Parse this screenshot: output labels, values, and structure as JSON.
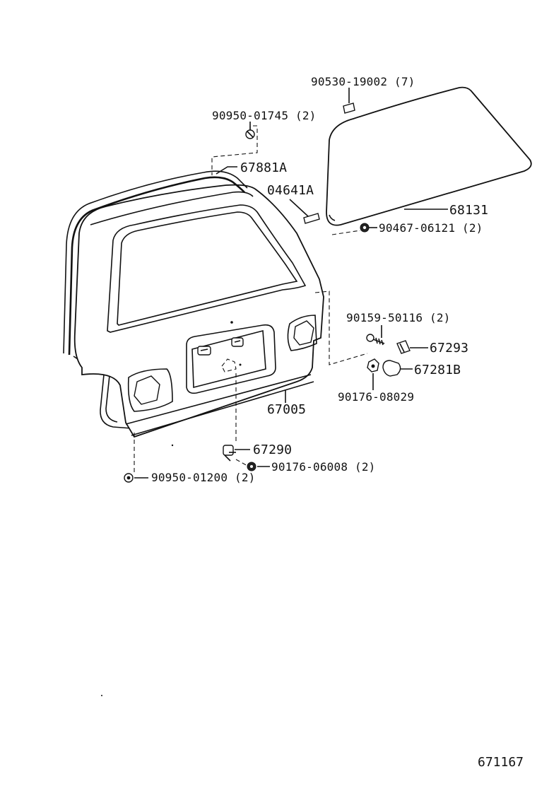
{
  "diagram_code": "671167",
  "callouts": [
    {
      "id": "c-90530",
      "text": "90530-19002 (7)"
    },
    {
      "id": "c-90950a",
      "text": "90950-01745 (2)"
    },
    {
      "id": "c-67881A",
      "text": "67881A"
    },
    {
      "id": "c-04641A",
      "text": "04641A"
    },
    {
      "id": "c-68131",
      "text": "68131"
    },
    {
      "id": "c-90467",
      "text": "90467-06121 (2)"
    },
    {
      "id": "c-90159",
      "text": "90159-50116 (2)"
    },
    {
      "id": "c-67293",
      "text": "67293"
    },
    {
      "id": "c-67281B",
      "text": "67281B"
    },
    {
      "id": "c-90176a",
      "text": "90176-08029"
    },
    {
      "id": "c-67005",
      "text": "67005"
    },
    {
      "id": "c-67290",
      "text": "67290"
    },
    {
      "id": "c-90176b",
      "text": "90176-06008 (2)"
    },
    {
      "id": "c-90950b",
      "text": "90950-01200 (2)"
    }
  ]
}
